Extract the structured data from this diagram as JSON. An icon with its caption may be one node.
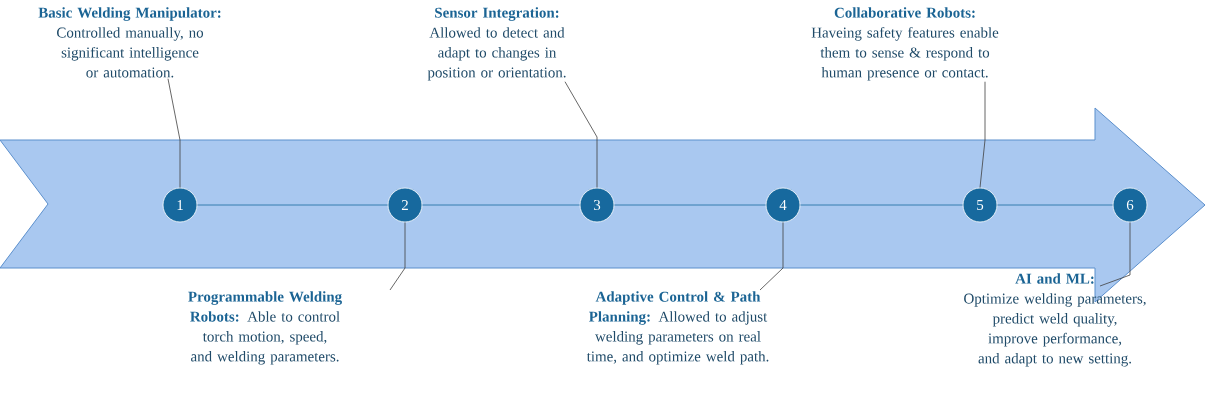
{
  "diagram": {
    "nodes": [
      {
        "text": [
          "Basic Welding Manipulator:",
          "Controlled manually, no significant intelligence or automation."
        ]
      },
      {
        "text": [
          "Programmable Welding Robots:",
          "Able to control torch motion, speed, and welding parameters."
        ]
      },
      {
        "text": [
          "Sensor Integration:",
          "Allowed to detect and adapt to changes in position or orientation."
        ]
      },
      {
        "text": [
          "Adaptive Control & Path Planning:",
          "Allowed to adjust welding parameters on real time, and optimize weld path."
        ]
      },
      {
        "text": [
          "Collaborative Robots:",
          "Haveing safety features enable them to sense & respond to human presence or contact."
        ]
      },
      {
        "text": [
          "AI and ML:",
          "Optimize welding parameters, predict weld quality, improve performance, and adapt to new setting."
        ]
      },
      {
        "text": [
          "1"
        ]
      },
      {
        "text": [
          "2"
        ]
      },
      {
        "text": [
          "3"
        ]
      },
      {
        "text": [
          "4"
        ]
      },
      {
        "text": [
          "5"
        ]
      },
      {
        "text": [
          "6"
        ]
      }
    ],
    "edges": [
      {
        "from": 0,
        "to": 6,
        "arrow": "none"
      },
      {
        "from": 1,
        "to": 7,
        "arrow": "none"
      },
      {
        "from": 2,
        "to": 8,
        "arrow": "none"
      },
      {
        "from": 3,
        "to": 9,
        "arrow": "none"
      },
      {
        "from": 4,
        "to": 10,
        "arrow": "none"
      },
      {
        "from": 5,
        "to": 11,
        "arrow": "none"
      },
      {
        "from": 6,
        "to": 7,
        "arrow": "none",
        "color": "#17699e"
      },
      {
        "from": 7,
        "to": 8,
        "arrow": "none",
        "color": "#17699e"
      },
      {
        "from": 8,
        "to": 9,
        "arrow": "none",
        "color": "#17699e"
      },
      {
        "from": 9,
        "to": 10,
        "arrow": "none",
        "color": "#17699e"
      },
      {
        "from": 10,
        "to": 11,
        "arrow": "none",
        "color": "#17699e"
      }
    ]
  }
}
